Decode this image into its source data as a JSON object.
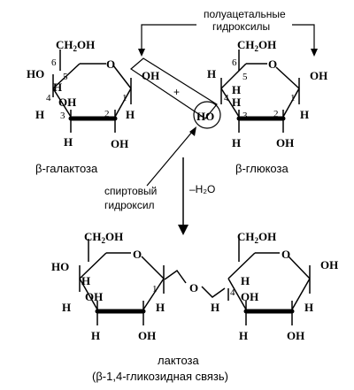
{
  "annotations": {
    "hemiacetal_line1": "полуацетальные",
    "hemiacetal_line2": "гидроксилы",
    "alcohol_line1": "спиртовый",
    "alcohol_line2": "гидроксил",
    "water_loss": "–H₂O",
    "plus": "+"
  },
  "molecules": {
    "galactose": "β-галактоза",
    "glucose": "β-глюкоза",
    "lactose": "лактоза",
    "lactose_bond": "(β-1,4-гликозидная связь)"
  },
  "atoms": {
    "oxygen": "O",
    "oh": "OH",
    "ho": "HO",
    "h": "H",
    "ch2oh_prefix": "CH",
    "ch2oh_sub": "2",
    "ch2oh_suffix": "OH"
  },
  "numbers": {
    "n1": "1",
    "n2": "2",
    "n3": "3",
    "n4": "4",
    "n5": "5",
    "n6": "6"
  }
}
